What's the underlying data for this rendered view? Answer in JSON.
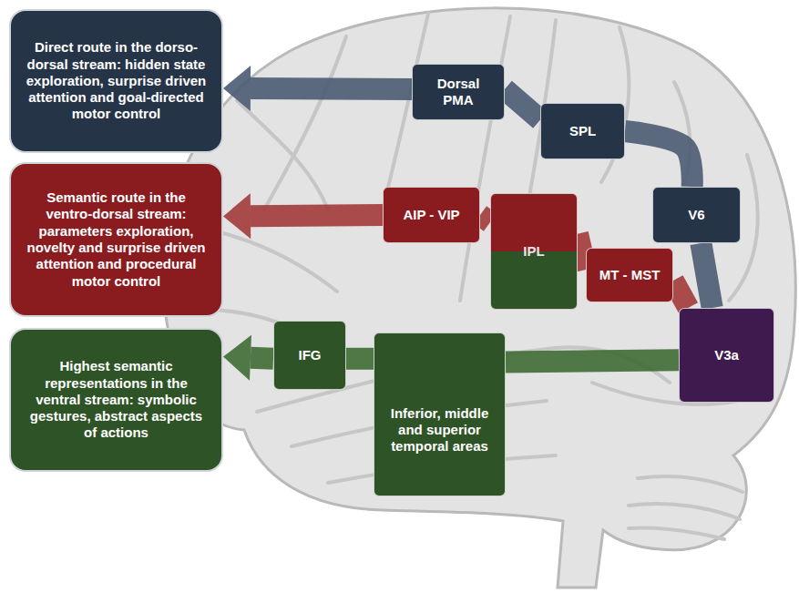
{
  "diagram": {
    "nodes": [
      {
        "text": [
          "Direct route in the dorso-dorsal stream: hidden state exploration, surprise driven attention and goal-directed motor control"
        ]
      },
      {
        "text": [
          "Dorsal PMA"
        ]
      },
      {
        "text": [
          "SPL"
        ]
      },
      {
        "text": [
          "V6"
        ]
      },
      {
        "text": [
          "Semantic route in the ventro-dorsal stream: parameters exploration, novelty and surprise driven attention and procedural motor control"
        ]
      },
      {
        "text": [
          "AIP - VIP"
        ]
      },
      {
        "text": [
          "IPL"
        ]
      },
      {
        "text": [
          "MT - MST"
        ]
      },
      {
        "text": [
          "Highest semantic representations in the ventral stream: symbolic gestures, abstract aspects of actions"
        ]
      },
      {
        "text": [
          "IFG"
        ]
      },
      {
        "text": [
          "Inferior, middle and superior temporal areas"
        ]
      },
      {
        "text": [
          "V3a"
        ]
      }
    ],
    "edges": [
      {
        "from": 11,
        "to": 3,
        "arrow": "none"
      },
      {
        "from": 3,
        "to": 2,
        "arrow": "none"
      },
      {
        "from": 2,
        "to": 1,
        "arrow": "none"
      },
      {
        "from": 1,
        "to": 0,
        "arrow": "to"
      },
      {
        "from": 11,
        "to": 7,
        "arrow": "none"
      },
      {
        "from": 7,
        "to": 6,
        "arrow": "none"
      },
      {
        "from": 6,
        "to": 5,
        "arrow": "none"
      },
      {
        "from": 5,
        "to": 4,
        "arrow": "to"
      },
      {
        "from": 11,
        "to": 10,
        "arrow": "none"
      },
      {
        "from": 10,
        "to": 9,
        "arrow": "none"
      },
      {
        "from": 9,
        "to": 8,
        "arrow": "to"
      }
    ]
  }
}
